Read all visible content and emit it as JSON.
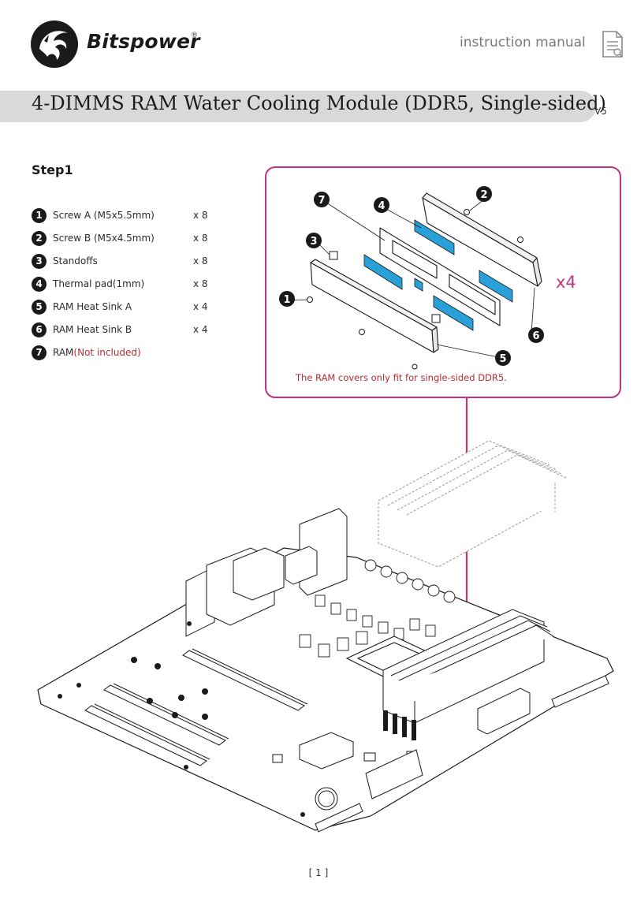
{
  "header": {
    "brand": "Bitspower",
    "brand_mark": "®",
    "manual_label": "instruction manual",
    "icon": "document-icon"
  },
  "title": {
    "text": "4-DIMMS RAM Water Cooling Module (DDR5, Single-sided)",
    "version": "V5"
  },
  "step": {
    "label": "Step1",
    "parts": [
      {
        "num": "1",
        "name": "Screw A (M5x5.5mm)",
        "qty": "x 8"
      },
      {
        "num": "2",
        "name": "Screw B (M5x4.5mm)",
        "qty": "x 8"
      },
      {
        "num": "3",
        "name": "Standoffs",
        "qty": "x 8"
      },
      {
        "num": "4",
        "name": "Thermal pad(1mm)",
        "qty": "x 8"
      },
      {
        "num": "5",
        "name": "RAM Heat Sink A",
        "qty": "x 4"
      },
      {
        "num": "6",
        "name": "RAM Heat Sink B",
        "qty": "x 4"
      },
      {
        "num": "7",
        "name": "RAM",
        "note": "(Not included)",
        "qty": ""
      }
    ]
  },
  "callout": {
    "multiplier": "x4",
    "note": "The RAM covers only fit for single-sided DDR5.",
    "labels": [
      "7",
      "4",
      "2",
      "3",
      "1",
      "6",
      "5"
    ]
  },
  "colors": {
    "accent": "#c2327f",
    "note_red": "#b32d35",
    "pad_blue": "#2aa0d8",
    "band_gray": "#d9d9d9"
  },
  "footer": {
    "page": "[ 1 ]"
  }
}
